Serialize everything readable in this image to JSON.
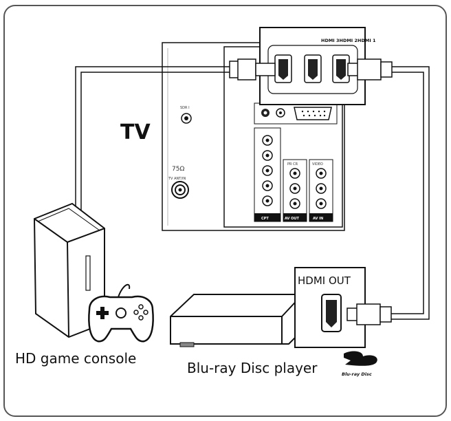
{
  "labels": {
    "tv": "TV",
    "hdmi_inputs": "HDMI 3HDMI 2HDMI 1",
    "hdmi_out": "HDMI OUT",
    "game_console": "HD game console",
    "bluray_player": "Blu-ray Disc player",
    "bluray_logo": "Blu-ray Disc",
    "sdr_label": "SDR I",
    "ant_label": "75Ω",
    "ant_sub": "TV ANT/IN",
    "cpt_label": "CPT",
    "av_out_label": "AV OUT",
    "av_in_label": "AV IN",
    "pr_label": "PR CR",
    "video_label": "VIDEO"
  },
  "colors": {
    "line": "#111111",
    "panel_fill": "#ffffff",
    "port_dark": "#222222",
    "frame": "#444444"
  },
  "icons": {
    "game_console": "game-console-icon",
    "controller": "gamepad-icon",
    "bluray_player": "bluray-player-icon",
    "hdmi_plug": "hdmi-plug-icon"
  }
}
